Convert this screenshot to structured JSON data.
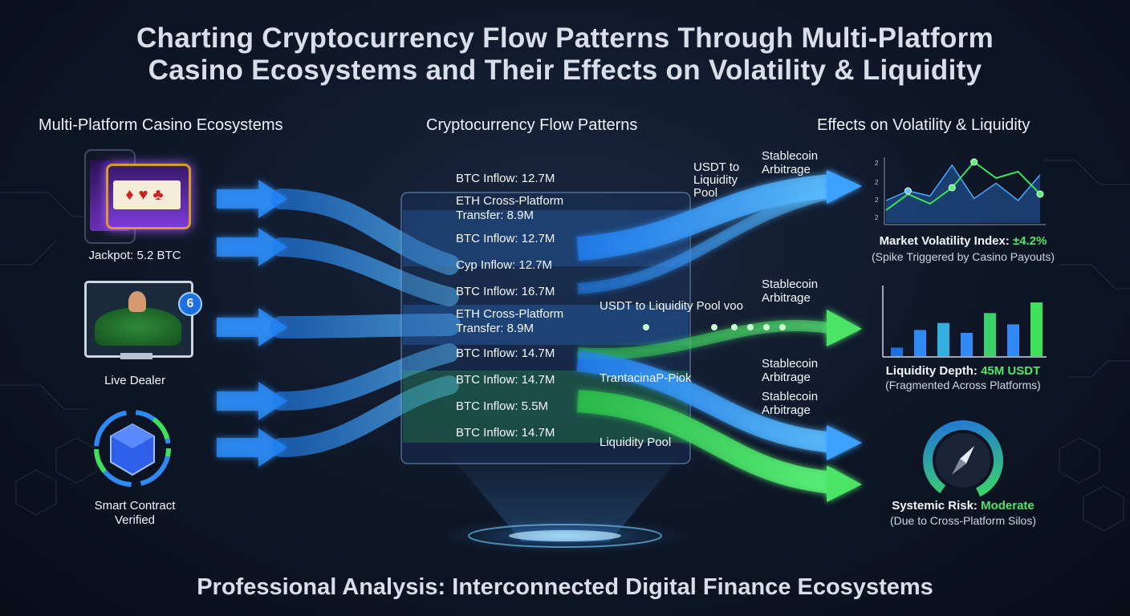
{
  "title": {
    "line1": "Charting Cryptocurrency Flow Patterns Through Multi-Platform",
    "line2": "Casino Ecosystems and Their Effects on Volatility & Liquidity"
  },
  "columns": {
    "left": "Multi-Platform Casino Ecosystems",
    "middle": "Cryptocurrency Flow Patterns",
    "right": "Effects on Volatility & Liquidity"
  },
  "platforms": {
    "jackpot": "Jackpot: 5.2 BTC",
    "live_dealer": "Live Dealer",
    "smart_contract_line1": "Smart Contract",
    "smart_contract_line2": "Verified",
    "live_badge": "6"
  },
  "flows": [
    {
      "line1": "BTC Inflow: 12.7M"
    },
    {
      "line1": "ETH Cross-Platform",
      "line2": "Transfer: 8.9M"
    },
    {
      "line1": "BTC Inflow: 12.7M"
    },
    {
      "line1": "Cyp Inflow: 12.7M"
    },
    {
      "line1": "BTC Inflow: 16.7M"
    },
    {
      "line1": "ETH Cross-Platform",
      "line2": "Transfer: 8.9M"
    },
    {
      "line1": "BTC Inflow: 14.7M"
    },
    {
      "line1": "BTC Inflow: 14.7M"
    },
    {
      "line1": "BTC Inflow: 5.5M"
    },
    {
      "line1": "BTC Inflow: 14.7M"
    }
  ],
  "outflows": {
    "usdt_pool_line1": "USDT to",
    "usdt_pool_line2": "Liquidity",
    "usdt_pool_line3": "Pool",
    "usdt_pool_mid": "USDT to Liquidity Pool voo",
    "transaction": "TrantacinaP-Piok",
    "liquidity_pool": "Liquidity Pool",
    "stablecoin": [
      "Stablecoin",
      "Stablecoin",
      "Stablecoin",
      "Stablecoin"
    ],
    "arbitrage": [
      "Arbitrage",
      "Arbitrage",
      "Arbitrage",
      "Arbitrage"
    ]
  },
  "volatility": {
    "label": "Market Volatility Index: ",
    "value": "±4.2%",
    "note": "(Spike Triggered by Casino Payouts)",
    "axis_ticks": [
      "2",
      "2",
      "2",
      "2"
    ]
  },
  "liquidity": {
    "label": "Liquidity Depth: ",
    "value": "45M USDT",
    "note": "(Fragmented Across Platforms)"
  },
  "risk": {
    "label": "Systemic Risk: ",
    "value": "Moderate",
    "note": "(Due to Cross-Platform Silos)"
  },
  "footer": "Professional Analysis: Interconnected Digital Finance Ecosystems",
  "colors": {
    "blue": "#2f9bff",
    "green": "#3fe05a",
    "accent_green": "#4ee56a"
  },
  "chart_data": [
    {
      "type": "line",
      "y_area_series": [
        0.35,
        0.5,
        0.42,
        0.9,
        0.38,
        0.62,
        0.35,
        0.75
      ],
      "y_line_series": [
        0.2,
        0.45,
        0.3,
        0.55,
        0.95,
        0.7,
        0.8,
        0.45
      ],
      "note": "unlabeled relative values"
    },
    {
      "type": "bar",
      "values": [
        0.12,
        0.37,
        0.47,
        0.33,
        0.61,
        0.45,
        0.76
      ],
      "colors": [
        "#1e6fe0",
        "#2f8af5",
        "#34b0e0",
        "#2f8af5",
        "#3ad06a",
        "#2f8af5",
        "#3fe05a"
      ]
    }
  ]
}
